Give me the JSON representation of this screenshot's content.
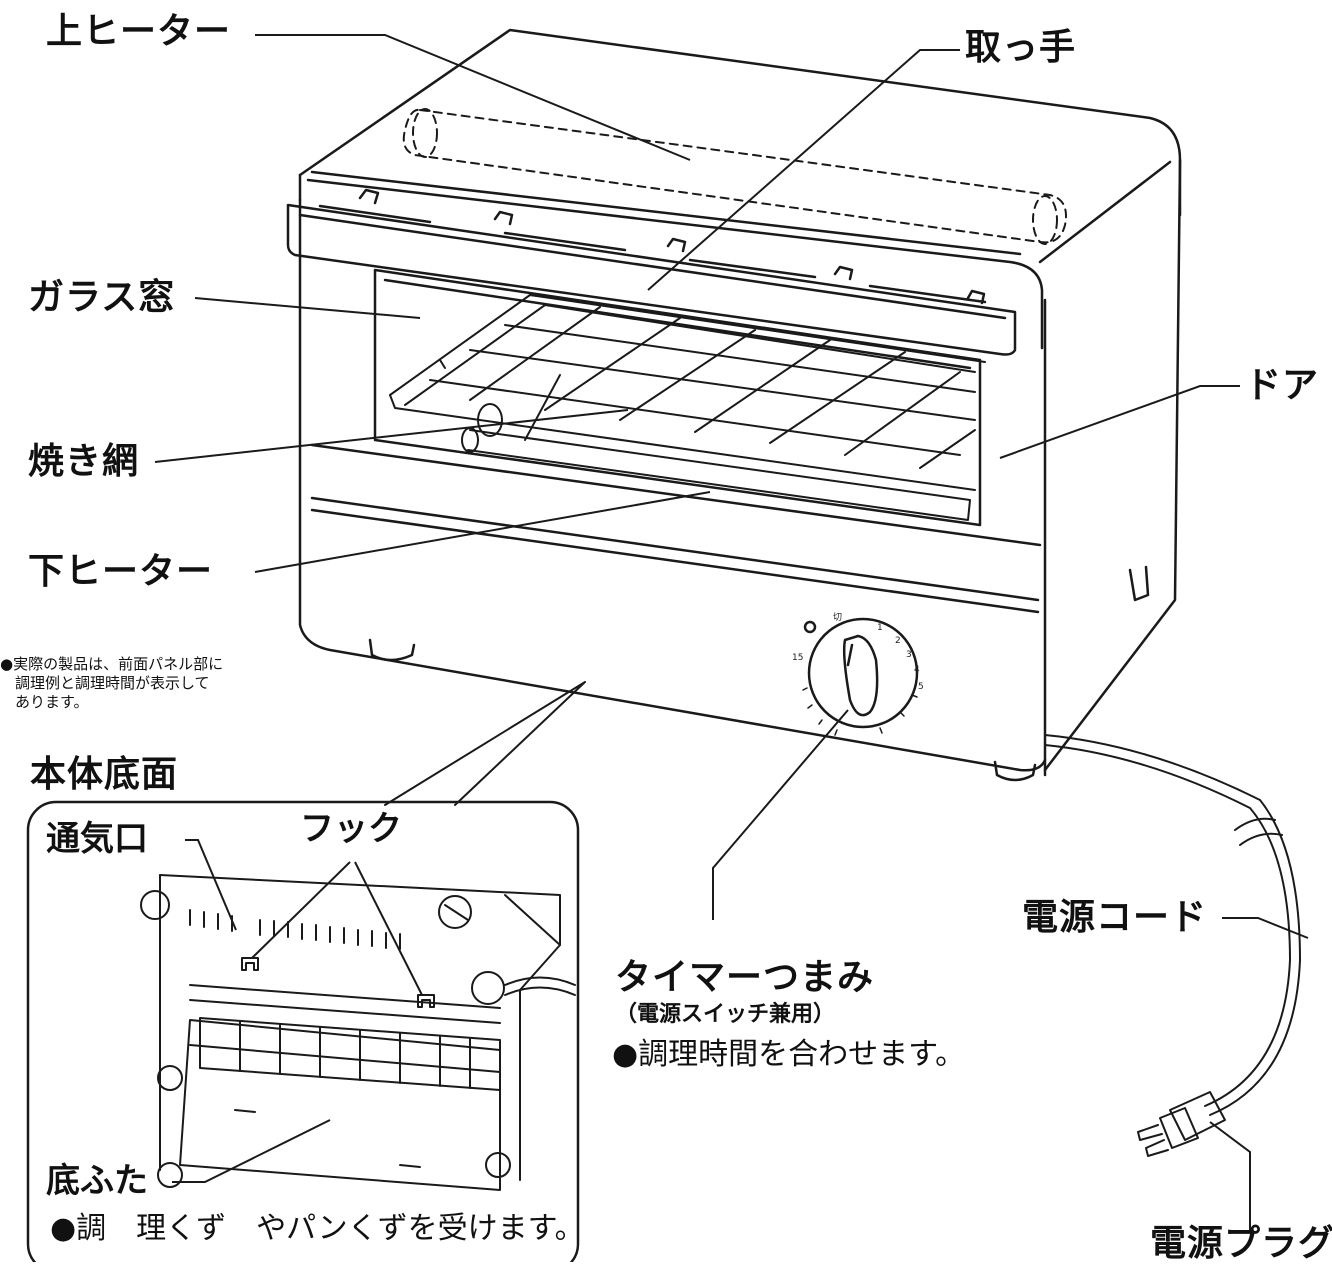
{
  "labels": {
    "upper_heater": "上ヒーター",
    "handle": "取っ手",
    "glass_window": "ガラス窓",
    "door": "ドア",
    "grill_rack": "焼き網",
    "lower_heater": "下ヒーター",
    "bottom_view_title": "本体底面",
    "vent": "通気口",
    "hook": "フック",
    "bottom_lid": "底ふた",
    "power_cord": "電源コード",
    "timer_knob": "タイマーつまみ",
    "timer_knob_sub": "（電源スイッチ兼用）",
    "power_plug": "電源プラグ"
  },
  "descriptions": {
    "timer": "●調理時間を合わせます。",
    "bottom_lid": "●調　理くず　やパンくずを受けます。"
  },
  "note": "●実際の製品は、前面パネル部に\n　調理例と調理時間が表示して\n　あります。",
  "dial_marks": [
    "切",
    "1",
    "2",
    "3",
    "4",
    "5",
    "15"
  ],
  "colors": {
    "ink": "#1a1a1a",
    "background": "#ffffff"
  }
}
